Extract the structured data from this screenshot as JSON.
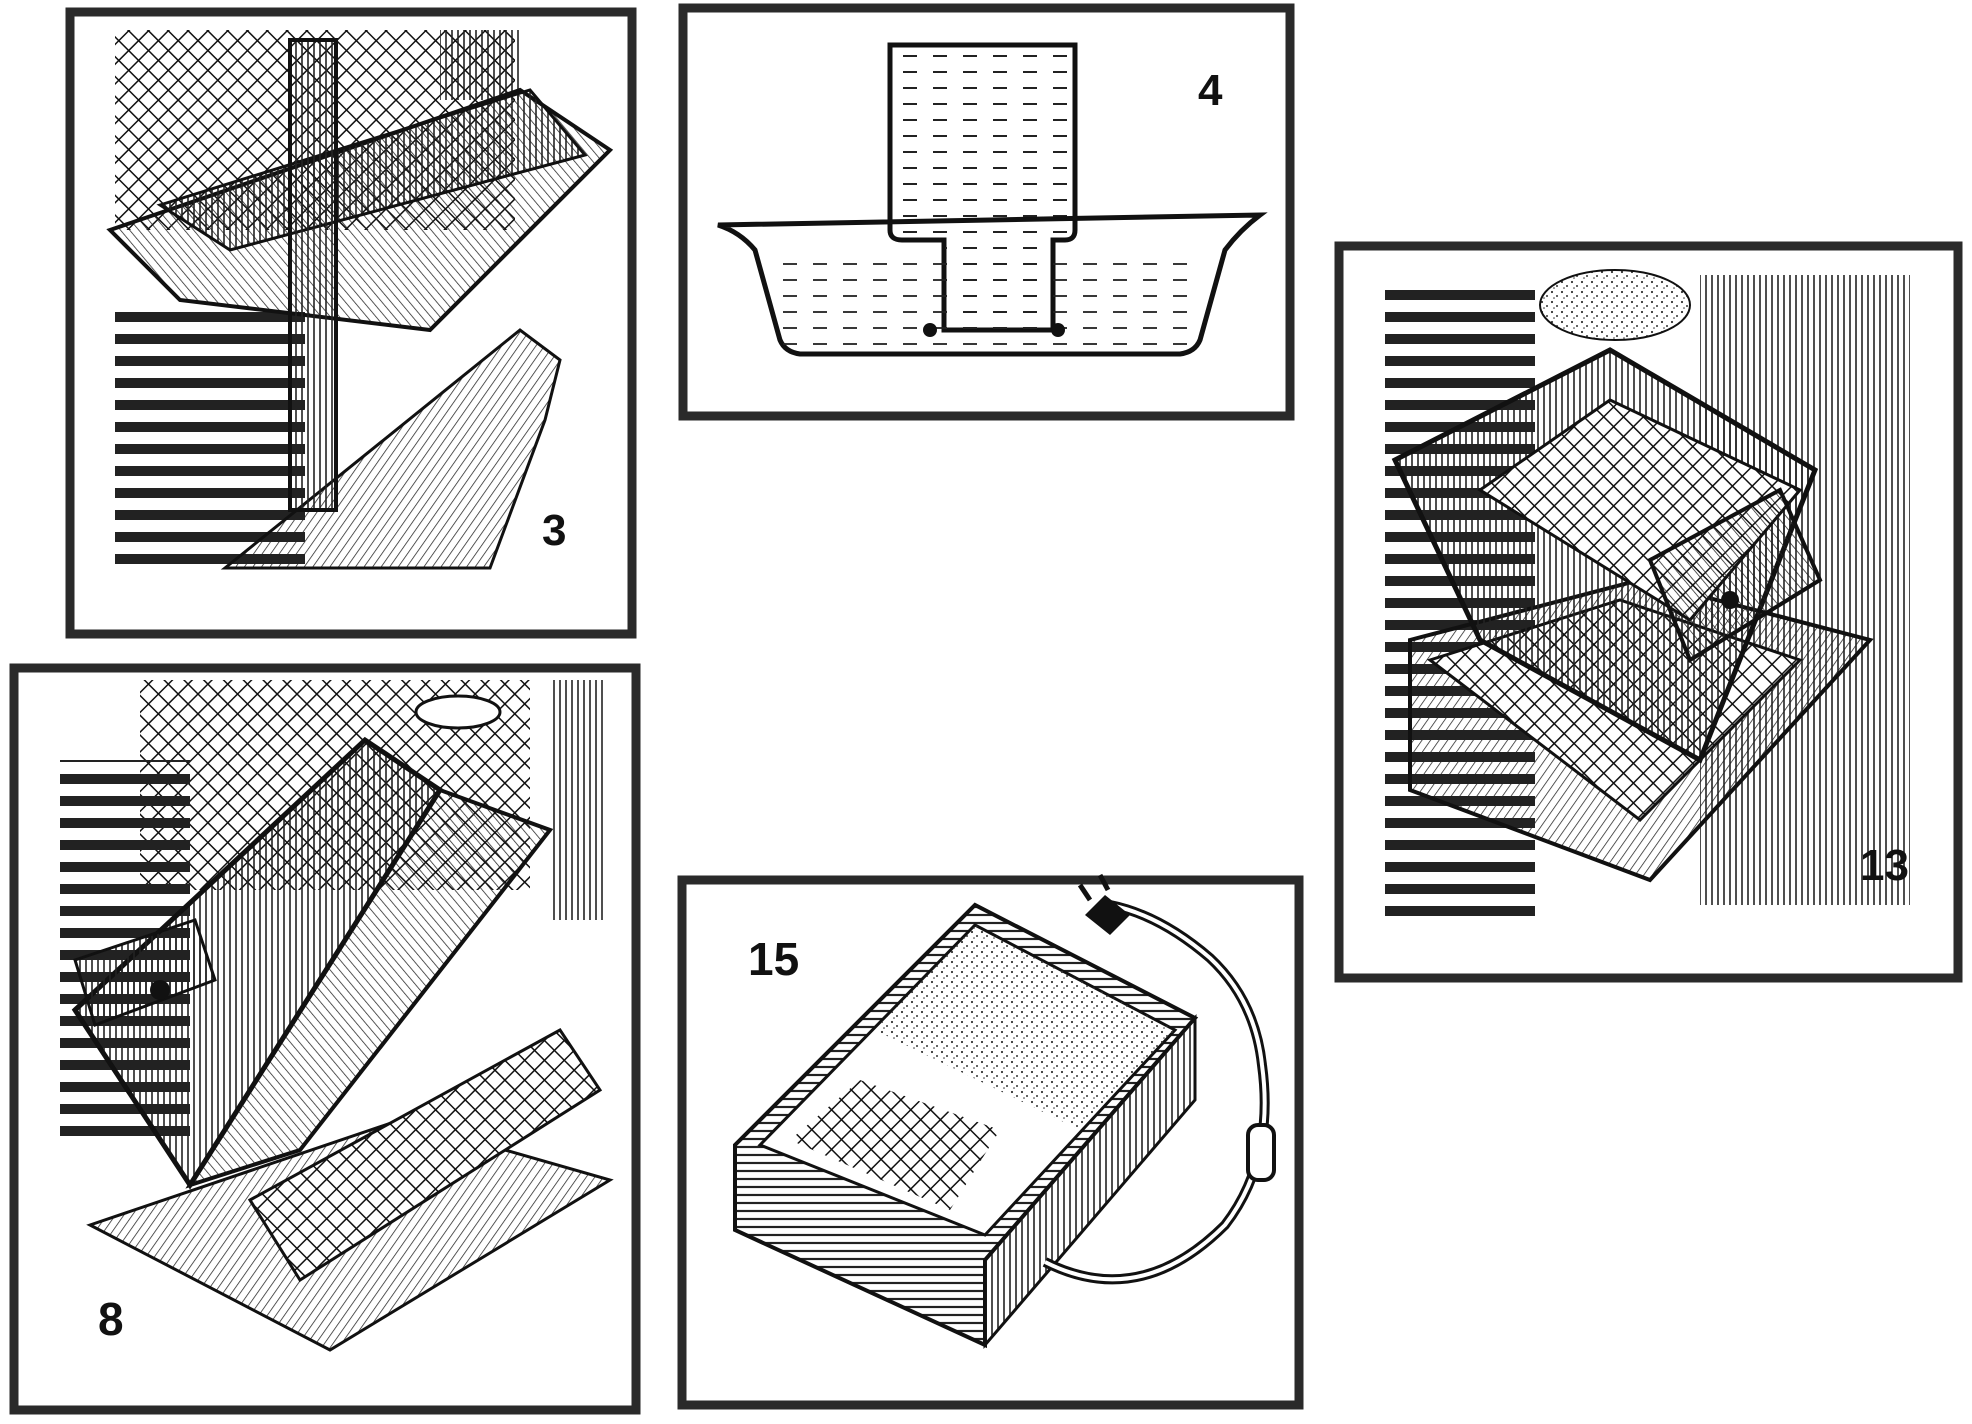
{
  "figures": [
    {
      "id": "fig-3",
      "label": "3"
    },
    {
      "id": "fig-4",
      "label": "4"
    },
    {
      "id": "fig-8",
      "label": "8"
    },
    {
      "id": "fig-13",
      "label": "13"
    },
    {
      "id": "fig-15",
      "label": "15"
    }
  ]
}
